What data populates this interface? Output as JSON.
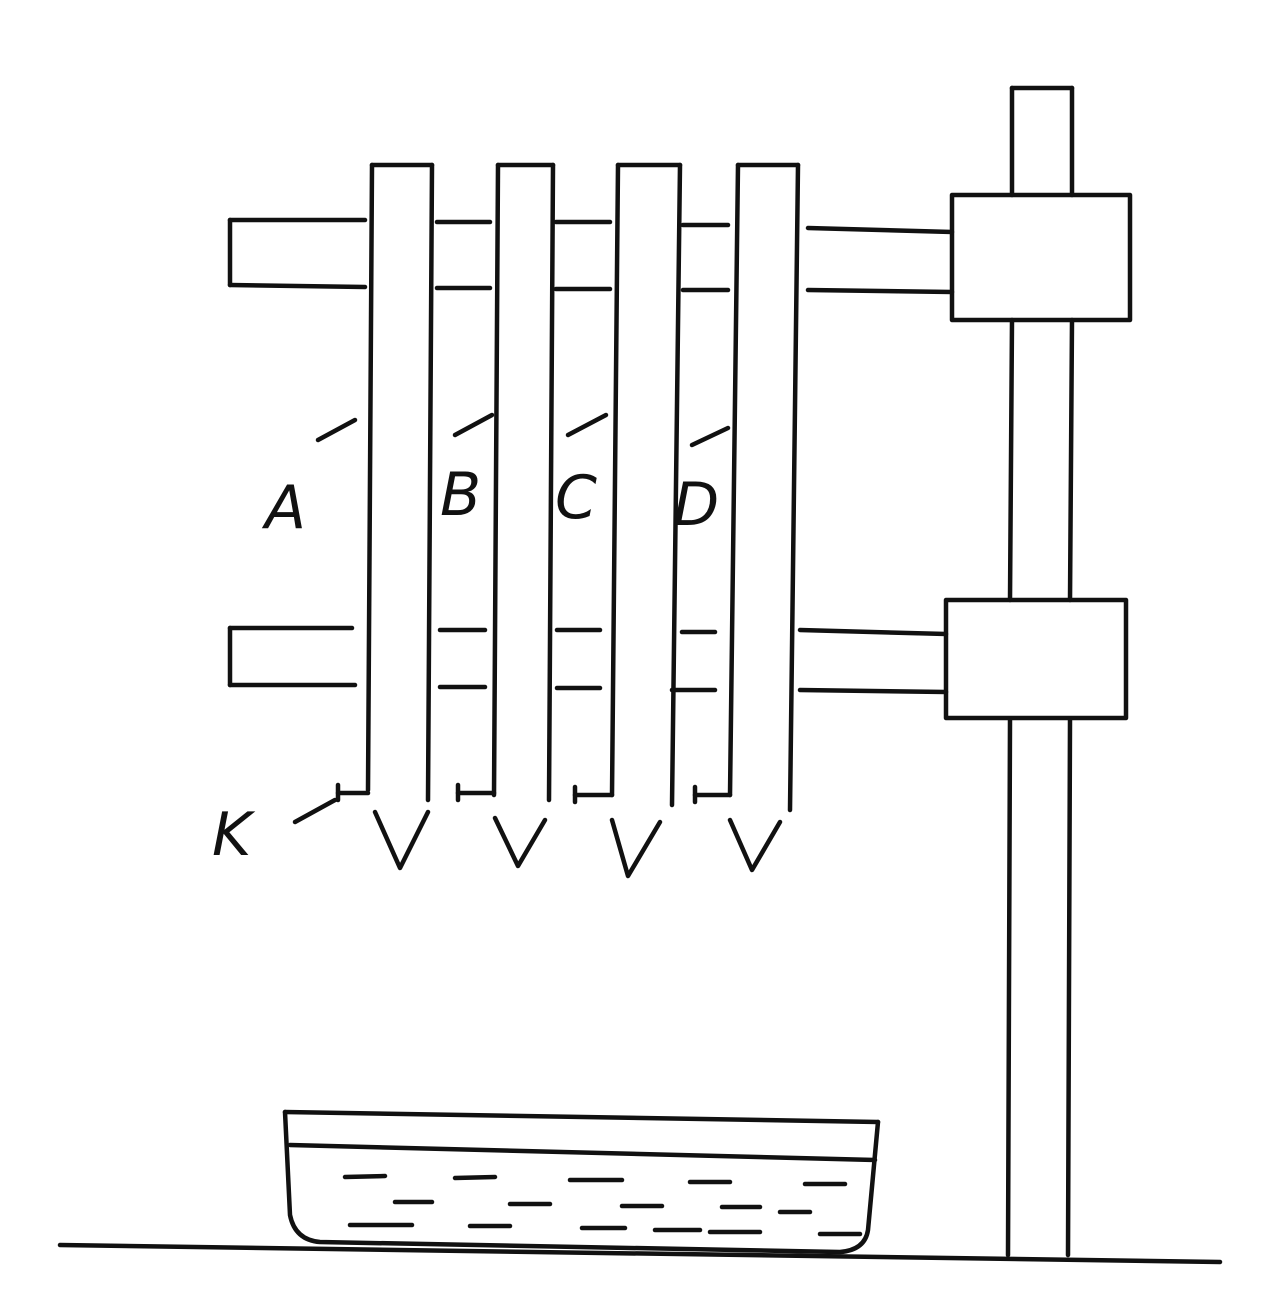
{
  "diagram": {
    "tube_labels": [
      "A",
      "B",
      "C",
      "D"
    ],
    "clamp_label": "K",
    "colors": {
      "ink": "#111111",
      "background": "#ffffff"
    }
  }
}
